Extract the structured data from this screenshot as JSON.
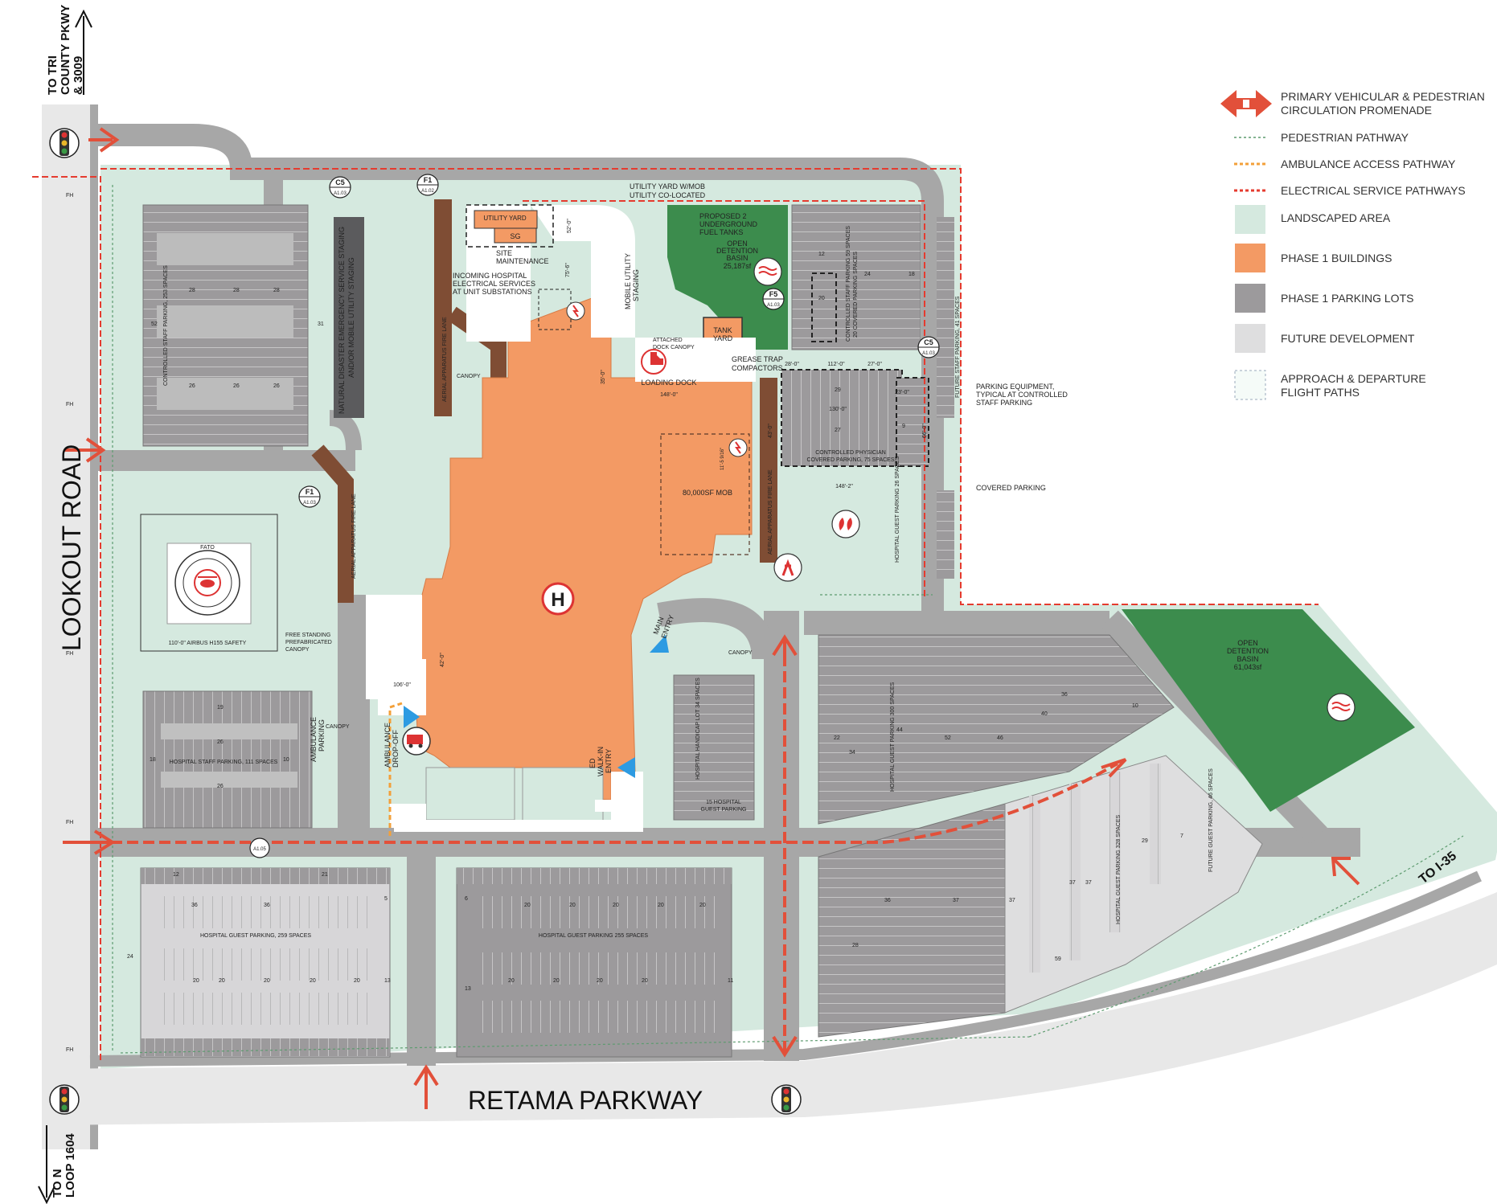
{
  "roads": {
    "lookout": "LOOKOUT ROAD",
    "retama": "RETAMA PARKWAY",
    "north_line1": "TO TRI",
    "north_line2": "COUNTY PKWY",
    "north_line3": "& 3009",
    "south_line1": "TO N",
    "south_line2": "LOOP 1604",
    "i35": "TO I-35"
  },
  "legend": {
    "items": [
      {
        "line1": "PRIMARY VEHICULAR & PEDESTRIAN",
        "line2": "CIRCULATION PROMENADE"
      },
      {
        "line1": "PEDESTRIAN PATHWAY",
        "line2": ""
      },
      {
        "line1": "AMBULANCE ACCESS PATHWAY",
        "line2": ""
      },
      {
        "line1": "ELECTRICAL SERVICE PATHWAYS",
        "line2": ""
      },
      {
        "line1": "LANDSCAPED AREA",
        "line2": ""
      },
      {
        "line1": "PHASE 1 BUILDINGS",
        "line2": ""
      },
      {
        "line1": "PHASE 1 PARKING LOTS",
        "line2": ""
      },
      {
        "line1": "FUTURE DEVELOPMENT",
        "line2": ""
      },
      {
        "line1": "APPROACH & DEPARTURE",
        "line2": "FLIGHT PATHS"
      }
    ]
  },
  "labels": {
    "utility_yard_title1": "UTILITY YARD W/MOB",
    "utility_yard_title2": "UTILITY CO-LOCATED",
    "utility_yard": "UTILITY YARD",
    "sg": "SG",
    "site_maint1": "SITE",
    "site_maint2": "MAINTENANCE",
    "incoming1": "INCOMING HOSPITAL",
    "incoming2": "ELECTRICAL SERVICES",
    "incoming3": "AT UNIT SUBSTATIONS",
    "mobile_utility1": "MOBILE UTILITY",
    "mobile_utility2": "STAGING",
    "fuel1": "PROPOSED 2",
    "fuel2": "UNDERGROUND",
    "fuel3": "FUEL TANKS",
    "basin_n1": "OPEN",
    "basin_n2": "DETENTION",
    "basin_n3": "BASIN",
    "basin_n4": "25,187sf",
    "tank1": "TANK",
    "tank2": "YARD",
    "grease1": "GREASE TRAP",
    "grease2": "COMPACTORS",
    "dock_canopy1": "ATTACHED",
    "dock_canopy2": "DOCK CANOPY",
    "loading": "LOADING DOCK",
    "canopy": "CANOPY",
    "mob": "80,000SF MOB",
    "main_entry1": "MAIN",
    "main_entry2": "ENTRY",
    "ed_entry1": "ED",
    "ed_entry2": "WALK-IN",
    "ed_entry3": "ENTRY",
    "ambulance1": "AMBULANCE",
    "ambulance2": "DROP-OFF",
    "amb_parking1": "AMBULANCE",
    "amb_parking2": "PARKING",
    "fato": "FATO",
    "airbus": "110'-0\" AIRBUS H155 SAFETY",
    "free1": "FREE STANDING",
    "free2": "PREFABRICATED",
    "free3": "CANOPY",
    "natural1": "NATURAL DISASTER EMERGENCY SERVICE STAGING",
    "natural2": "AND/OR MOBILE UTILITY STAGING",
    "fire_lane": "AERIAL APPARATUS FIRE LANE",
    "controlled_staff": "CONTROLLED STAFF PARKING, 253 SPACES",
    "staff_111": "HOSPITAL STAFF PARKING, 111 SPACES",
    "guest_259": "HOSPITAL GUEST PARKING, 259 SPACES",
    "guest_255": "HOSPITAL GUEST PARKING 255 SPACES",
    "guest_300": "HOSPITAL GUEST PARKING 300 SPACES",
    "guest_328": "HOSPITAL GUEST PARKING 328 SPACES",
    "future_guest": "FUTURE GUEST PARKING, 46 SPACES",
    "handicap": "HOSPITAL HANDICAP LOT 34 SPACES",
    "guest_15a": "15 HOSPITAL",
    "guest_15b": "GUEST PARKING",
    "physician1": "CONTROLLED PHYSICIAN",
    "physician2": "COVERED PARKING, 75 SPACES",
    "ctrl_staff_covered1": "CONTROLLED STAFF PARKING 59 SPACES",
    "ctrl_staff_covered2": "20 COVERED PARKING SPACES",
    "future_staff": "FUTURE STAFF PARKING, 41 SPACES",
    "guest_26": "HOSPITAL GUEST PARKING 26 SPACES",
    "parking_equip1": "PARKING EQUIPMENT,",
    "parking_equip2": "TYPICAL AT CONTROLLED",
    "parking_equip3": "STAFF PARKING",
    "covered": "COVERED PARKING",
    "basin_e1": "OPEN",
    "basin_e2": "DETENTION",
    "basin_e3": "BASIN",
    "basin_e4": "61,043sf",
    "dim_148": "148'-0\"",
    "dim_148b": "148'-2\"",
    "dim_112": "112'-0\"",
    "dim_130": "130'-0\"",
    "dim_106": "106'-0\"",
    "dim_42": "42'-0\"",
    "dim_52": "52'-0\"",
    "dim_75": "75'-6\"",
    "dim_35": "35'-0\"",
    "dim_28": "28'-0\"",
    "dim_27": "27'-0\"",
    "dim_23": "23'-0\"",
    "dim_43": "43'-0\"",
    "dim_11": "11'-5 9/16\"",
    "dim_66": "66'-0\"",
    "fh": "FH",
    "c5": "C5",
    "f1": "F1",
    "f5": "F5",
    "a103": "A1.03",
    "a102": "A1.02",
    "a105": "A1.05",
    "hospital": "H"
  },
  "stall_counts": {
    "sw_lot": [
      "52",
      "28",
      "28",
      "28",
      "26",
      "26",
      "26",
      "31"
    ],
    "staff_111": [
      "19",
      "26",
      "26",
      "18",
      "10"
    ],
    "guest_259": [
      "12",
      "21",
      "5",
      "24",
      "20",
      "20",
      "20",
      "20",
      "20",
      "13",
      "36",
      "36"
    ],
    "guest_255": [
      "6",
      "20",
      "20",
      "20",
      "20",
      "20",
      "11",
      "13",
      "20",
      "20",
      "20",
      "20"
    ],
    "east": [
      "22",
      "34",
      "44",
      "52",
      "46",
      "40",
      "36",
      "10",
      "28",
      "36",
      "37",
      "37",
      "37",
      "37",
      "29",
      "7",
      "59"
    ],
    "ne": [
      "12",
      "24",
      "18",
      "20"
    ],
    "phys": [
      "29",
      "9",
      "27"
    ]
  },
  "colors": {
    "building": "#f39a64",
    "parking": "#9c9a9c",
    "road": "#a7a7a7",
    "landscape": "#d5e9df",
    "green_basin": "#3c8c4d",
    "future": "#dededf",
    "fire_lane": "#7f4d34",
    "promenade": "#e2503a",
    "electrical": "#e53b2f",
    "pedestrian": "#5d9b6f",
    "ambulance": "#f3a03a",
    "entry_arrow": "#2d9be2"
  }
}
